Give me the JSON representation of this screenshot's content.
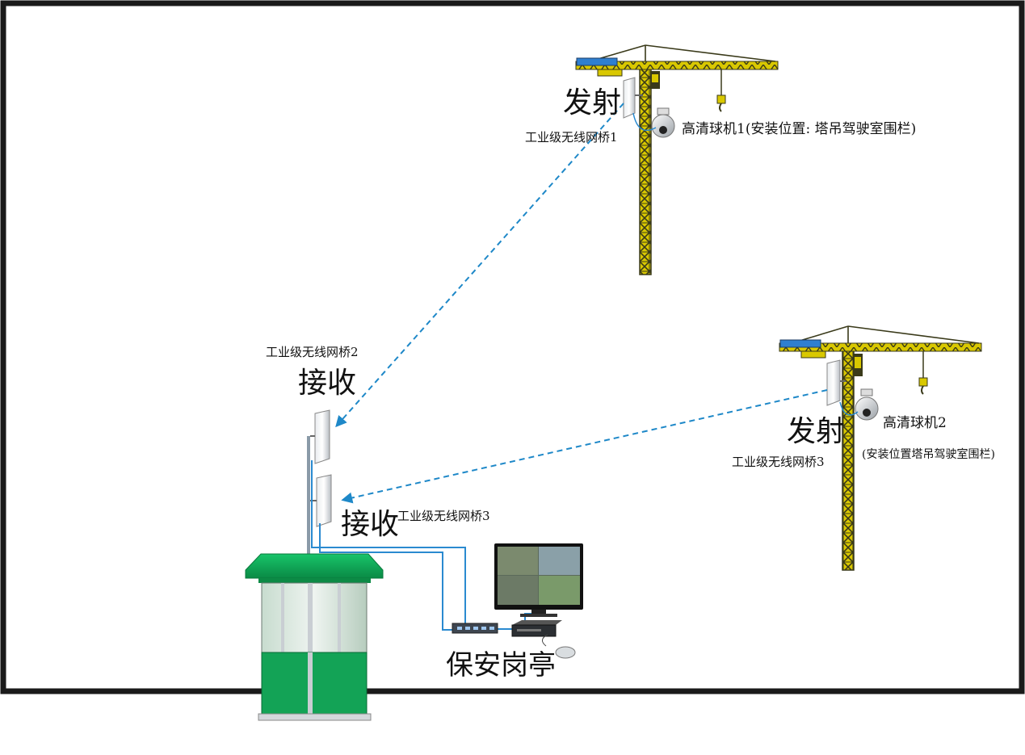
{
  "colors": {
    "frame": "#1a1a1a",
    "link_dashed": "#1e88c8",
    "cable": "#2a8ad0",
    "booth_green": "#10a050",
    "crane_yellow": "#c9b400",
    "crane_dark": "#2a2a1a",
    "cab_blue": "#2f7fd0"
  },
  "labels": {
    "tx1": "发射",
    "bridge1": "工业级无线网桥1",
    "cam1": "高清球机1(安装位置: 塔吊驾驶室围栏)",
    "bridge2": "工业级无线网桥2",
    "rx1": "接收",
    "tx2": "发射",
    "cam2": "高清球机2",
    "cam2_note": "(安装位置塔吊驾驶室围栏)",
    "bridge3_tx": "工业级无线网桥3",
    "rx2": "接收",
    "bridge3_rx": "工业级无线网桥3",
    "booth": "保安岗亭"
  },
  "icons": [
    "tower-crane-icon",
    "wireless-bridge-icon",
    "ptz-dome-camera-icon",
    "security-booth-icon",
    "network-switch-icon",
    "nvr-recorder-icon",
    "monitor-icon",
    "mouse-icon"
  ]
}
